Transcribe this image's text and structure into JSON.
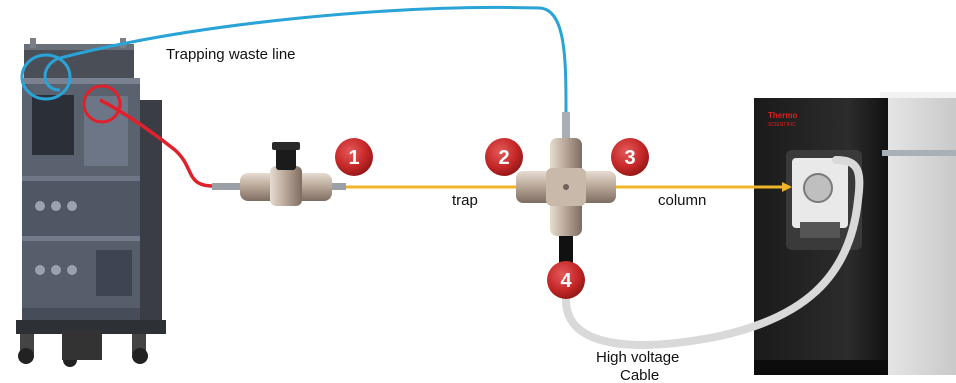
{
  "labels": {
    "trapping_waste_line": "Trapping waste line",
    "trap": "trap",
    "column": "column",
    "high_voltage_line1": "High voltage",
    "high_voltage_line2": "Cable",
    "brand_line1": "Thermo",
    "brand_line2": "SCIENTIFIC"
  },
  "markers": [
    "1",
    "2",
    "3",
    "4"
  ],
  "colors": {
    "waste_line": "#2aa3d6",
    "inlet_line": "#e0202a",
    "capillary": "#f0b429",
    "hv_cable": "#d9d9d9",
    "marker": "#c62828",
    "fitting": "#b9a99a"
  }
}
